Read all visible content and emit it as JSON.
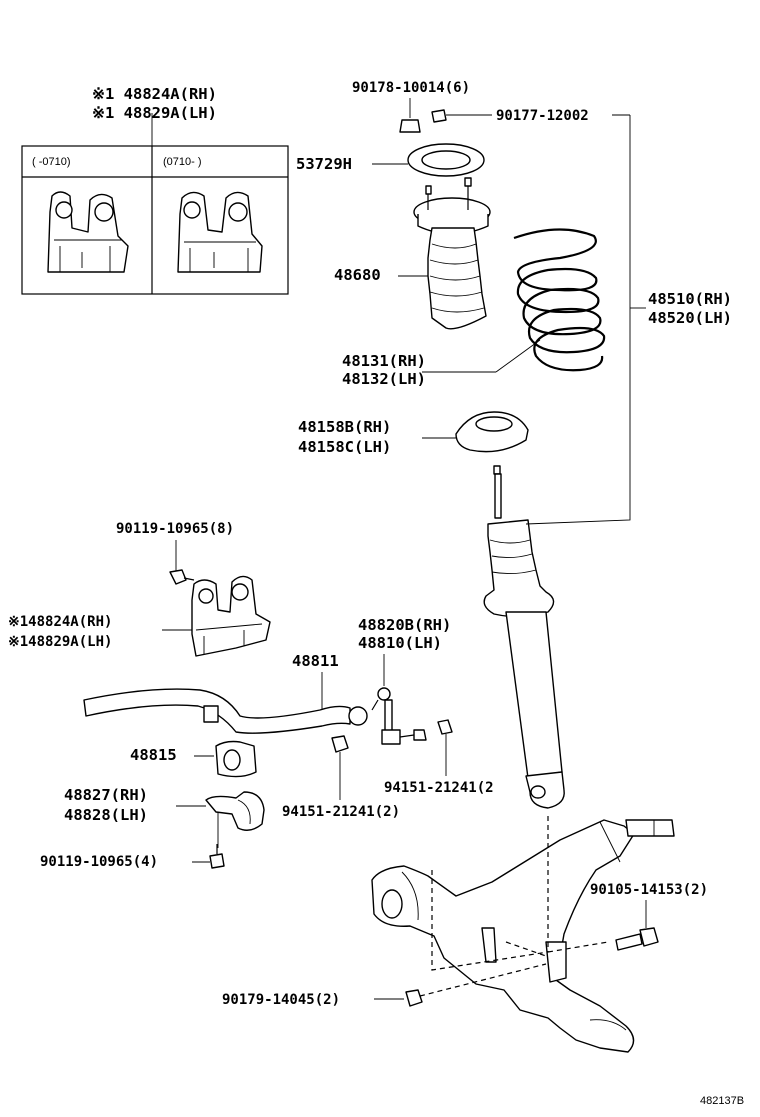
{
  "inset": {
    "title_rh": "※1 48824A(RH)",
    "title_lh": "※1 48829A(LH)",
    "col_left": "(     -0710)",
    "col_right": "(0710-     )"
  },
  "parts": {
    "nut_top": "90178-10014(6)",
    "nut_right": "90177-12002",
    "insulator": "53729H",
    "bumper": "48680",
    "spring_rh": "48131(RH)",
    "spring_lh": "48132(LH)",
    "spring_seat_rh": "48158B(RH)",
    "spring_seat_lh": "48158C(LH)",
    "shock_rh": "48510(RH)",
    "shock_lh": "48520(LH)",
    "bracket_bolt": "90119-10965(8)",
    "bracket_rh": "※148824A(RH)",
    "bracket_lh": "※148829A(LH)",
    "link_rh": "48820B(RH)",
    "link_lh": "48810(LH)",
    "stab_bar": "48811",
    "bushing": "48815",
    "clamp_rh": "48827(RH)",
    "clamp_lh": "48828(LH)",
    "clamp_bolt": "90119-10965(4)",
    "link_nut_right": "94151-21241(2",
    "link_nut_left": "94151-21241(2)",
    "arm_bolt": "90105-14153(2)",
    "arm_nut": "90179-14045(2)"
  },
  "diagram_code": "482137B"
}
